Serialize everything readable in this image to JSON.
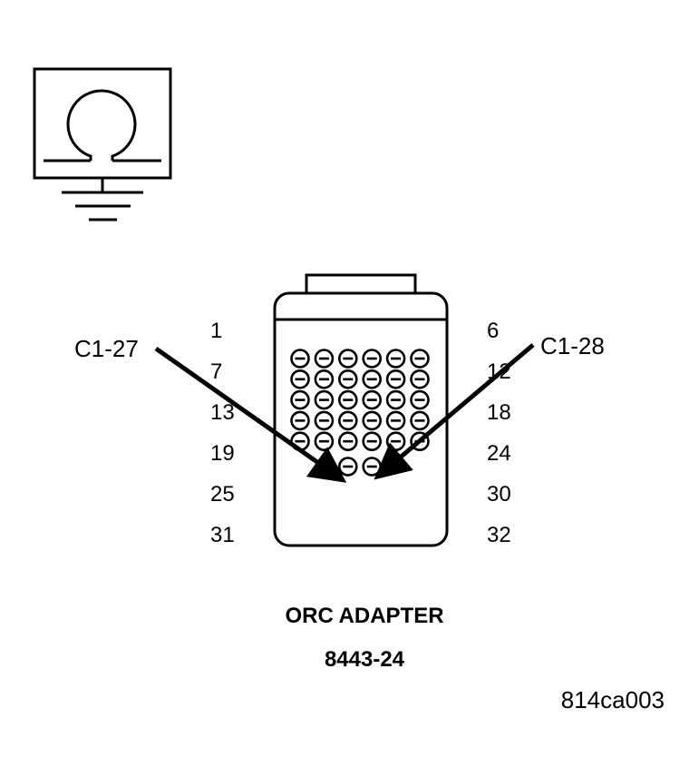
{
  "symbol": {
    "icon": "ohmmeter-with-ground-icon",
    "glyph": "Ω"
  },
  "connector": {
    "left_pin_numbers": [
      "1",
      "7",
      "13",
      "19",
      "25",
      "31"
    ],
    "right_pin_numbers": [
      "6",
      "12",
      "18",
      "24",
      "30",
      "32"
    ],
    "row_pin_counts": [
      6,
      6,
      6,
      6,
      6,
      2
    ],
    "total_pins": 32
  },
  "probes": {
    "left": {
      "label": "C1-27",
      "target_pin": 27
    },
    "right": {
      "label": "C1-28",
      "target_pin": 28
    }
  },
  "caption": {
    "title": "ORC ADAPTER",
    "part_number": "8443-24"
  },
  "figure_id": "814ca003",
  "colors": {
    "ink": "#000000",
    "background": "#ffffff"
  }
}
